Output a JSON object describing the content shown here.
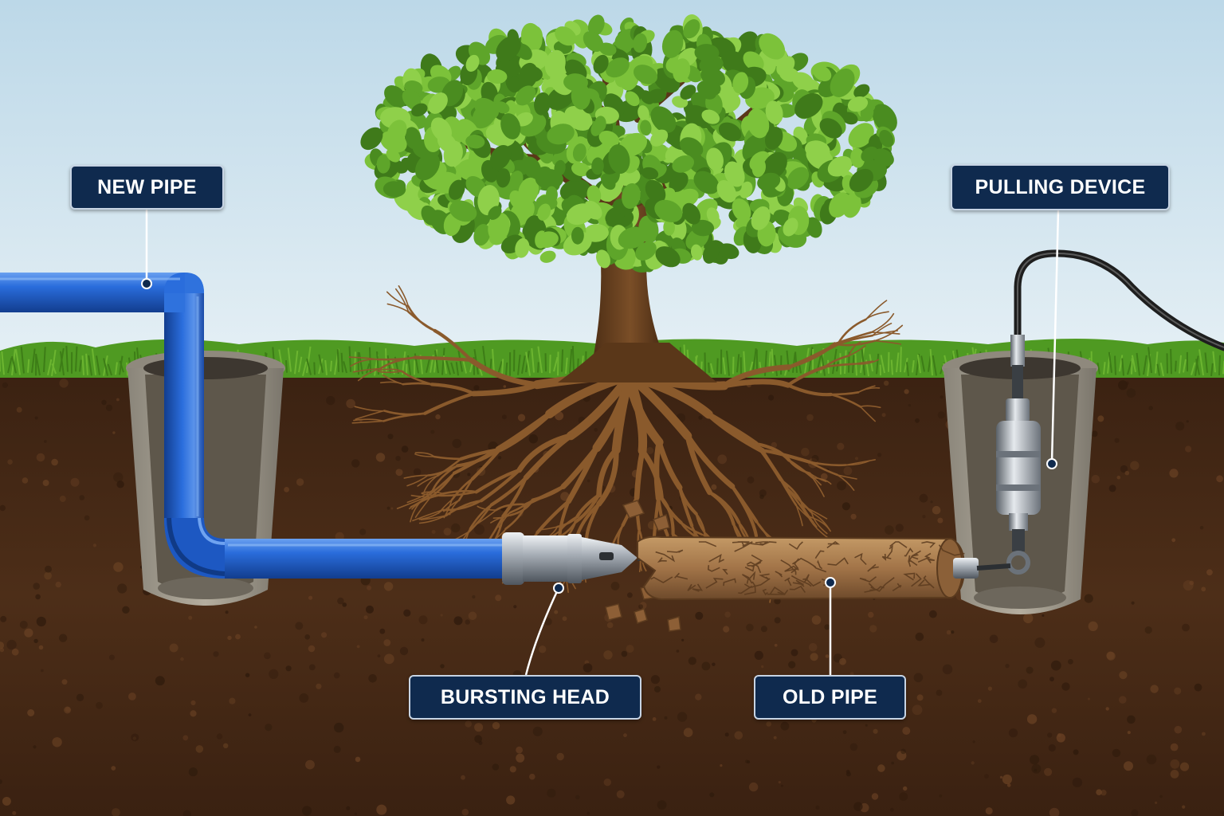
{
  "labels": {
    "new_pipe": "NEW PIPE",
    "pulling_device": "PULLING DEVICE",
    "bursting_head": "BURSTING HEAD",
    "old_pipe": "OLD PIPE"
  },
  "icons": [
    "tree-icon",
    "new-pipe-icon",
    "old-pipe-icon",
    "bursting-head-icon",
    "pulling-device-icon",
    "cable-icon",
    "access-pit-icon"
  ],
  "colors": {
    "sky": "#d3e6f0",
    "grass": "#4f9a22",
    "soil": "#4a2c17",
    "new_pipe": "#1f5fd0",
    "old_pipe": "#a6774a",
    "label_bg": "#0f2a4e",
    "label_text": "#ffffff",
    "steel": "#9ca3ab"
  }
}
